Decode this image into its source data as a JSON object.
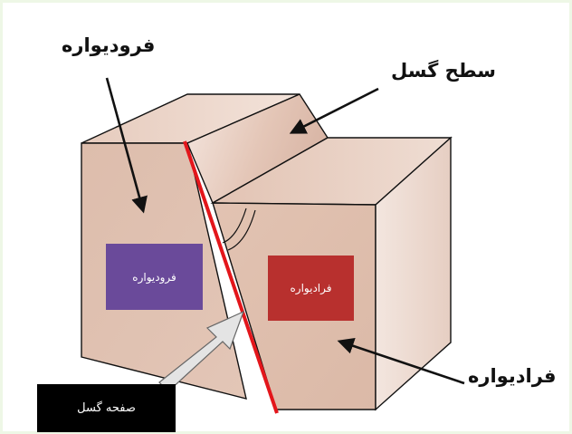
{
  "labels": {
    "footwall_top": "فرودیواره",
    "fault_surface": "سطح گسل",
    "hangingwall_right": "فرادیواره"
  },
  "tags": {
    "footwall": "فرودیواره",
    "hangingwall": "فرادیواره",
    "fault_plane": "صفحه گسل"
  },
  "colors": {
    "block_fill": "#dfc0b0",
    "block_top": "#e8cdc0",
    "block_side": "#ead8d0",
    "fault_line": "#e3161b",
    "footwall_tag": "#6a4a9a",
    "hangingwall_tag": "#b8302e",
    "fault_plane_tag": "#000000"
  }
}
